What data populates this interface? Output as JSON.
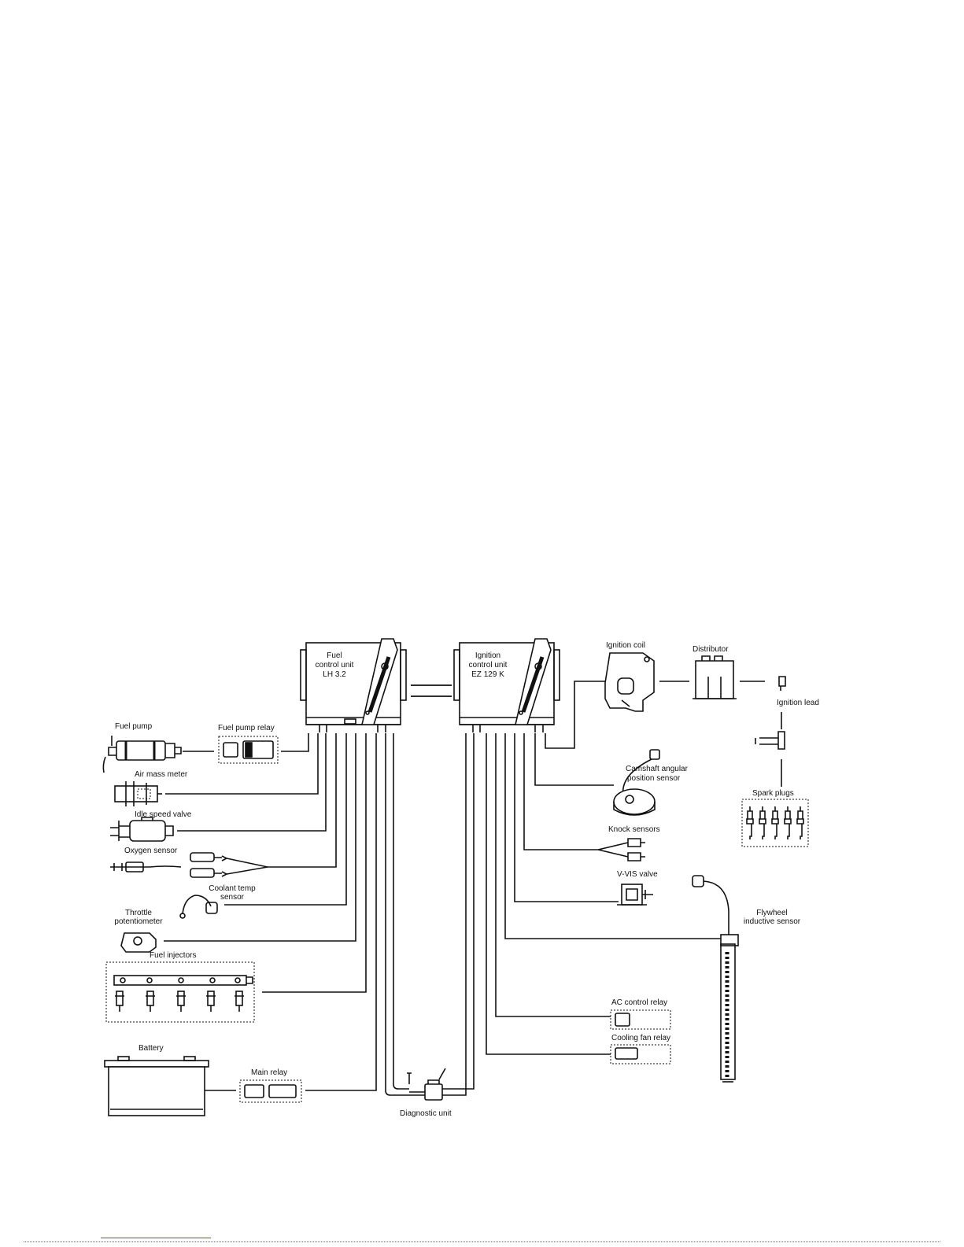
{
  "labels": {
    "fuel_ecu": [
      "Fuel",
      "control unit",
      "LH 3.2"
    ],
    "ign_ecu": [
      "Ignition",
      "control unit",
      "EZ 129 K"
    ],
    "fuel_pump": "Fuel pump",
    "fuel_pump_relay": "Fuel pump relay",
    "air_mass_meter": "Air mass meter",
    "idle_speed_valve": "Idle speed valve",
    "oxygen_sensor": "Oxygen sensor",
    "coolant_temp_sensor": [
      "Coolant temp",
      "sensor"
    ],
    "throttle_potentiometer": [
      "Throttle",
      "potentiometer"
    ],
    "fuel_injectors": "Fuel injectors",
    "battery": "Battery",
    "main_relay": "Main relay",
    "diagnostic_unit": "Diagnostic unit",
    "ignition_coil": "Ignition coil",
    "distributor": "Distributor",
    "ignition_lead": "Ignition lead",
    "spark_plugs": "Spark plugs",
    "camshaft_sensor": [
      "Camshaft angular",
      "position sensor"
    ],
    "knock_sensors": "Knock sensors",
    "vvis_valve": "V-VIS valve",
    "flywheel_sensor": [
      "Flywheel",
      "inductive sensor"
    ],
    "ac_control_relay": "AC control relay",
    "cooling_fan_relay": "Cooling fan relay"
  },
  "colors": {
    "ink": "#111111",
    "paper": "#ffffff",
    "footer_link": "#2d5be3"
  }
}
